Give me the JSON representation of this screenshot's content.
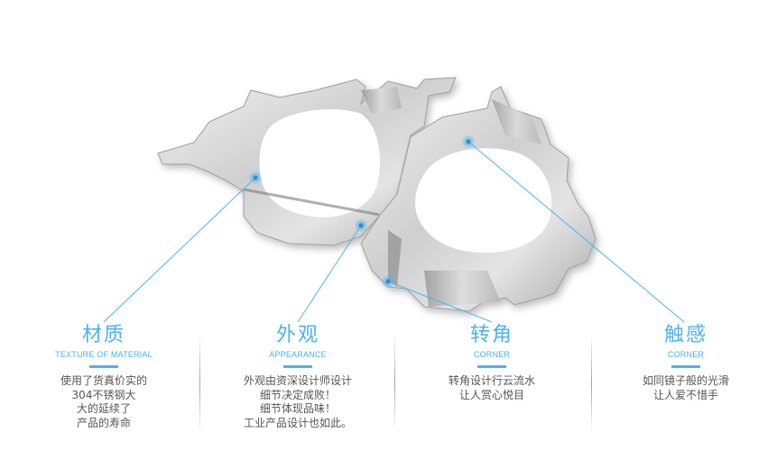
{
  "features": [
    {
      "title": "材质",
      "subtitle": "TEXTURE OF MATERIAL",
      "description": [
        "使用了货真价实的",
        "304不锈钢大",
        "大的延续了",
        "产品的寿命"
      ]
    },
    {
      "title": "外观",
      "subtitle": "APPEARANCE",
      "description": [
        "外观由资深设计师设计",
        "细节决定成败！",
        "细节体现品味！",
        "工业产品设计也如此。"
      ]
    },
    {
      "title": "转角",
      "subtitle": "CORNER",
      "description": [
        "转角设计行云流水",
        "让人赏心悦目"
      ]
    },
    {
      "title": "触感",
      "subtitle": "CORNER",
      "description": [
        "如同镜子般的光滑",
        "让人爱不惜手"
      ]
    }
  ],
  "colors": {
    "accent": "#4db3ee",
    "body_text": "#555555",
    "metal_light": "#e6e6e6",
    "metal_mid": "#bdbdbd",
    "metal_dark": "#8a8a8a"
  },
  "callouts": [
    {
      "feature": "材质",
      "dot": [
        283,
        197
      ],
      "line_end": [
        115,
        357
      ]
    },
    {
      "feature": "外观",
      "dot": [
        400,
        250
      ],
      "line_end": [
        330,
        357
      ]
    },
    {
      "feature": "转角",
      "dot": [
        430,
        312
      ],
      "line_end": [
        545,
        357
      ]
    },
    {
      "feature": "触感",
      "dot": [
        519,
        157
      ],
      "line_end": [
        758,
        357
      ]
    }
  ]
}
